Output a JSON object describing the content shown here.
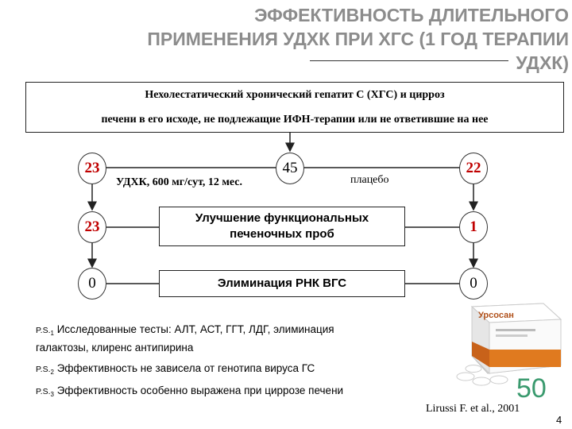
{
  "title": {
    "line1": "ЭФФЕКТИВНОСТЬ ДЛИТЕЛЬНОГО",
    "line2": "ПРИМЕНЕНИЯ УДХК ПРИ ХГС (1 ГОД ТЕРАПИИ",
    "line3": "УДХК)"
  },
  "header_box": {
    "line1": "Нехолестатический хронический гепатит С (ХГС) и цирроз",
    "line2": "печени в его исходе, не подлежащие ИФН-терапии или не ответившие на нее"
  },
  "total": "45",
  "groups": {
    "udca_label": "УДХК, 600 мг/сут, 12 мес.",
    "placebo_label": "плацебо",
    "udca_n": "23",
    "placebo_n": "22"
  },
  "outcomes": [
    {
      "label_line1": "Улучшение функциональных",
      "label_line2": "печеночных проб",
      "udca": "23",
      "placebo": "1"
    },
    {
      "label_line1": "Элиминация РНК ВГС",
      "label_line2": "",
      "udca": "0",
      "placebo": "0"
    }
  ],
  "notes": [
    {
      "prefix": "P.S.",
      "index": "1",
      "text": "Исследованные тесты: АЛТ, АСТ, ГГТ, ЛДГ, элиминация",
      "text2": "галактозы, клиренс антипирина"
    },
    {
      "prefix": "P.S.",
      "index": "2",
      "text": "Эффективность не зависела от генотипа вируса ГС",
      "text2": ""
    },
    {
      "prefix": "P.S.",
      "index": "3",
      "text": "Эффективность особенно выражена при циррозе печени",
      "text2": ""
    }
  ],
  "product": {
    "brand": "Урсосан"
  },
  "slide_number_big": "50",
  "citation": "Lirussi F. et al., 2001",
  "page_number": "4",
  "colors": {
    "title": "#8c8c8c",
    "accent_red": "#c00000",
    "number_green": "#3a9a6e"
  }
}
